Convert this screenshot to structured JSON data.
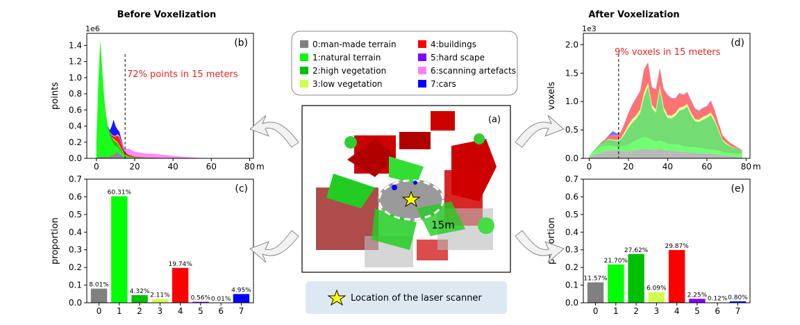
{
  "titles": {
    "before": "Before Voxelization",
    "after": "After Voxelization"
  },
  "legend": {
    "items": [
      {
        "label": "0:man-made terrain",
        "color": "#808080"
      },
      {
        "label": "1:natural terrain",
        "color": "#00ff00"
      },
      {
        "label": "2:high vegetation",
        "color": "#00c000"
      },
      {
        "label": "3:low vegetation",
        "color": "#d0ff50"
      },
      {
        "label": "4:buildings",
        "color": "#ff0000"
      },
      {
        "label": "5:hard scape",
        "color": "#8000ff"
      },
      {
        "label": "6:scanning artefacts",
        "color": "#ff80ff"
      },
      {
        "label": "7:cars",
        "color": "#0000ff"
      }
    ]
  },
  "center": {
    "panel_label": "(a)",
    "radius_label": "15m",
    "scanner_caption": "Location of the laser scanner"
  },
  "chart_data": [
    {
      "id": "b",
      "type": "area",
      "panel_label": "(b)",
      "ylabel": "points",
      "xlabel": "m",
      "scale_label": "1e6",
      "xlim": [
        -5,
        82
      ],
      "ylim": [
        0,
        1.55
      ],
      "xticks": [
        "0",
        "20",
        "40",
        "60",
        "80"
      ],
      "xtick_values": [
        0,
        20,
        40,
        60,
        80
      ],
      "yticks": [
        "0.0",
        "0.2",
        "0.4",
        "0.6",
        "0.8",
        "1.0",
        "1.2",
        "1.4"
      ],
      "ytick_values": [
        0,
        0.2,
        0.4,
        0.6,
        0.8,
        1.0,
        1.2,
        1.4
      ],
      "annotation": "72% points in 15 meters",
      "marker_x": 15,
      "x": [
        0,
        1,
        2,
        3,
        4,
        5,
        6,
        7,
        8,
        9,
        10,
        11,
        12,
        13,
        14,
        15,
        17,
        20,
        25,
        30,
        35,
        40,
        45,
        50,
        55,
        60,
        65,
        70,
        75,
        80
      ],
      "series": [
        {
          "color": "#808080",
          "values": [
            0,
            0.01,
            0.02,
            0.02,
            0.02,
            0.02,
            0.02,
            0.03,
            0.04,
            0.05,
            0.07,
            0.08,
            0.06,
            0.04,
            0.02,
            0.01,
            0.005,
            0.003,
            0.002,
            0.001,
            0,
            0,
            0,
            0,
            0,
            0,
            0,
            0,
            0,
            0
          ]
        },
        {
          "color": "#00ff00",
          "values": [
            0.2,
            0.9,
            1.44,
            1.1,
            0.75,
            0.5,
            0.35,
            0.25,
            0.18,
            0.12,
            0.08,
            0.06,
            0.05,
            0.04,
            0.03,
            0.02,
            0.01,
            0.005,
            0.003,
            0.002,
            0.001,
            0,
            0,
            0,
            0,
            0,
            0,
            0,
            0,
            0
          ]
        },
        {
          "color": "#00c000",
          "values": [
            0,
            0.01,
            0.01,
            0.01,
            0.01,
            0.02,
            0.03,
            0.04,
            0.05,
            0.06,
            0.06,
            0.05,
            0.04,
            0.03,
            0.02,
            0.01,
            0.005,
            0.003,
            0.002,
            0.001,
            0,
            0,
            0,
            0,
            0,
            0,
            0,
            0,
            0,
            0
          ]
        },
        {
          "color": "#d0ff50",
          "values": [
            0,
            0,
            0,
            0,
            0,
            0,
            0,
            0,
            0,
            0.01,
            0.01,
            0.01,
            0.01,
            0.01,
            0.005,
            0.003,
            0.002,
            0.001,
            0,
            0,
            0,
            0,
            0,
            0,
            0,
            0,
            0,
            0,
            0,
            0
          ]
        },
        {
          "color": "#ff0000",
          "values": [
            0,
            0,
            0,
            0,
            0,
            0,
            0,
            0.01,
            0.02,
            0.03,
            0.05,
            0.08,
            0.1,
            0.07,
            0.05,
            0.03,
            0.02,
            0.01,
            0.005,
            0.003,
            0.002,
            0.001,
            0,
            0,
            0,
            0,
            0,
            0,
            0,
            0
          ]
        },
        {
          "color": "#8000ff",
          "values": [
            0,
            0,
            0,
            0,
            0,
            0,
            0,
            0,
            0,
            0,
            0,
            0,
            0,
            0,
            0,
            0,
            0,
            0,
            0,
            0,
            0,
            0,
            0,
            0,
            0,
            0,
            0,
            0,
            0,
            0
          ]
        },
        {
          "color": "#ff80ff",
          "values": [
            0,
            0,
            0,
            0,
            0,
            0,
            0,
            0,
            0.01,
            0.01,
            0.01,
            0.02,
            0.02,
            0.02,
            0.02,
            0.03,
            0.08,
            0.06,
            0.05,
            0.05,
            0.04,
            0.03,
            0.02,
            0.01,
            0.005,
            0.003,
            0.001,
            0,
            0,
            0
          ]
        },
        {
          "color": "#0000ff",
          "values": [
            0,
            0,
            0,
            0,
            0,
            0,
            0,
            0.02,
            0.1,
            0.2,
            0.12,
            0.06,
            0.05,
            0.03,
            0.01,
            0.005,
            0,
            0,
            0,
            0,
            0,
            0,
            0,
            0,
            0,
            0,
            0,
            0,
            0,
            0
          ]
        }
      ]
    },
    {
      "id": "d",
      "type": "area",
      "panel_label": "(d)",
      "ylabel": "voxels",
      "xlabel": "m",
      "scale_label": "1e3",
      "xlim": [
        -3,
        82
      ],
      "ylim": [
        0,
        2.2
      ],
      "xticks": [
        "0",
        "20",
        "40",
        "60",
        "80"
      ],
      "xtick_values": [
        0,
        20,
        40,
        60,
        80
      ],
      "yticks": [
        "0.0",
        "0.5",
        "1.0",
        "1.5",
        "2.0"
      ],
      "ytick_values": [
        0,
        0.5,
        1.0,
        1.5,
        2.0
      ],
      "annotation": "9% voxels in 15 meters",
      "marker_x": 15,
      "x": [
        0,
        2,
        4,
        6,
        8,
        10,
        12,
        14,
        16,
        18,
        20,
        22,
        24,
        26,
        28,
        30,
        32,
        34,
        36,
        38,
        40,
        42,
        44,
        46,
        48,
        50,
        52,
        54,
        56,
        58,
        60,
        62,
        64,
        66,
        68,
        70,
        72,
        74,
        76,
        78
      ],
      "series": [
        {
          "color": "#808080",
          "values": [
            0.02,
            0.05,
            0.08,
            0.1,
            0.12,
            0.13,
            0.14,
            0.14,
            0.13,
            0.12,
            0.12,
            0.13,
            0.14,
            0.15,
            0.16,
            0.16,
            0.15,
            0.15,
            0.16,
            0.15,
            0.14,
            0.13,
            0.13,
            0.12,
            0.11,
            0.11,
            0.1,
            0.1,
            0.09,
            0.09,
            0.08,
            0.08,
            0.07,
            0.06,
            0.05,
            0.05,
            0.04,
            0.03,
            0.02,
            0.01
          ]
        },
        {
          "color": "#00ff00",
          "values": [
            0.02,
            0.05,
            0.08,
            0.1,
            0.1,
            0.1,
            0.08,
            0.06,
            0.08,
            0.1,
            0.12,
            0.15,
            0.18,
            0.2,
            0.22,
            0.2,
            0.18,
            0.15,
            0.15,
            0.14,
            0.12,
            0.12,
            0.12,
            0.12,
            0.1,
            0.1,
            0.1,
            0.1,
            0.1,
            0.09,
            0.08,
            0.08,
            0.08,
            0.07,
            0.06,
            0.05,
            0.05,
            0.05,
            0.06,
            0.08
          ]
        },
        {
          "color": "#00c000",
          "values": [
            0,
            0.02,
            0.04,
            0.06,
            0.08,
            0.1,
            0.1,
            0.1,
            0.12,
            0.2,
            0.3,
            0.35,
            0.38,
            0.45,
            0.7,
            0.9,
            0.55,
            0.5,
            0.9,
            0.55,
            0.45,
            0.45,
            0.5,
            0.6,
            0.65,
            0.7,
            0.55,
            0.45,
            0.45,
            0.5,
            0.55,
            0.6,
            0.5,
            0.35,
            0.2,
            0.15,
            0.12,
            0.1,
            0.08,
            0.06
          ]
        },
        {
          "color": "#d0ff50",
          "values": [
            0,
            0,
            0,
            0,
            0,
            0.01,
            0.01,
            0.02,
            0.02,
            0.04,
            0.05,
            0.06,
            0.06,
            0.06,
            0.08,
            0.07,
            0.06,
            0.06,
            0.07,
            0.06,
            0.05,
            0.05,
            0.05,
            0.05,
            0.05,
            0.05,
            0.05,
            0.04,
            0.04,
            0.05,
            0.05,
            0.05,
            0.04,
            0.03,
            0.02,
            0.02,
            0.01,
            0.01,
            0,
            0
          ]
        },
        {
          "color": "#ff0000",
          "values": [
            0,
            0,
            0,
            0.02,
            0.03,
            0.05,
            0.08,
            0.08,
            0.1,
            0.15,
            0.2,
            0.25,
            0.3,
            0.32,
            0.4,
            0.35,
            0.3,
            0.35,
            0.3,
            0.3,
            0.35,
            0.3,
            0.25,
            0.25,
            0.2,
            0.2,
            0.2,
            0.18,
            0.15,
            0.15,
            0.15,
            0.2,
            0.15,
            0.1,
            0.08,
            0.06,
            0.05,
            0.04,
            0.02,
            0
          ]
        },
        {
          "color": "#8000ff",
          "values": [
            0,
            0,
            0,
            0,
            0,
            0,
            0.01,
            0.01,
            0.01,
            0.01,
            0.01,
            0.01,
            0.01,
            0.01,
            0.01,
            0.01,
            0.01,
            0.01,
            0.01,
            0.02,
            0.01,
            0.01,
            0.01,
            0.01,
            0.01,
            0.01,
            0.02,
            0.01,
            0.01,
            0.01,
            0.01,
            0.01,
            0.01,
            0.01,
            0,
            0,
            0,
            0,
            0,
            0
          ]
        },
        {
          "color": "#ff80ff",
          "values": [
            0,
            0,
            0,
            0,
            0,
            0,
            0,
            0,
            0,
            0,
            0,
            0,
            0,
            0,
            0,
            0,
            0,
            0,
            0,
            0,
            0,
            0,
            0,
            0,
            0,
            0,
            0,
            0,
            0,
            0,
            0,
            0,
            0,
            0,
            0,
            0,
            0,
            0,
            0,
            0
          ]
        },
        {
          "color": "#0000ff",
          "values": [
            0,
            0,
            0,
            0,
            0,
            0.02,
            0.06,
            0.03,
            0,
            0,
            0,
            0,
            0,
            0,
            0,
            0,
            0,
            0,
            0,
            0,
            0,
            0,
            0,
            0,
            0,
            0,
            0,
            0,
            0,
            0,
            0,
            0,
            0,
            0,
            0,
            0,
            0,
            0,
            0,
            0
          ]
        }
      ]
    },
    {
      "id": "c",
      "type": "bar",
      "panel_label": "(c)",
      "ylabel": "proportion",
      "ylim": [
        0,
        0.7
      ],
      "yticks": [
        "0.0",
        "0.1",
        "0.2",
        "0.3",
        "0.4",
        "0.5",
        "0.6",
        "0.7"
      ],
      "ytick_values": [
        0,
        0.1,
        0.2,
        0.3,
        0.4,
        0.5,
        0.6,
        0.7
      ],
      "categories": [
        "0",
        "1",
        "2",
        "3",
        "4",
        "5",
        "6",
        "7"
      ],
      "values": [
        0.0801,
        0.6031,
        0.0432,
        0.0211,
        0.1974,
        0.0056,
        0.0001,
        0.0495
      ],
      "labels": [
        "8.01%",
        "60.31%",
        "4.32%",
        "2.11%",
        "19.74%",
        "0.56%",
        "0.01%",
        "4.95%"
      ],
      "colors": [
        "#808080",
        "#00ff00",
        "#00c000",
        "#d0ff50",
        "#ff0000",
        "#8000ff",
        "#ff80ff",
        "#0000ff"
      ]
    },
    {
      "id": "e",
      "type": "bar",
      "panel_label": "(e)",
      "ylabel": "proportion",
      "ylim": [
        0,
        0.7
      ],
      "yticks": [
        "0.0",
        "0.1",
        "0.2",
        "0.3",
        "0.4",
        "0.5",
        "0.6",
        "0.7"
      ],
      "ytick_values": [
        0,
        0.1,
        0.2,
        0.3,
        0.4,
        0.5,
        0.6,
        0.7
      ],
      "categories": [
        "0",
        "1",
        "2",
        "3",
        "4",
        "5",
        "6",
        "7"
      ],
      "values": [
        0.1157,
        0.217,
        0.2762,
        0.0609,
        0.2987,
        0.0225,
        0.0012,
        0.008
      ],
      "labels": [
        "11.57%",
        "21.70%",
        "27.62%",
        "6.09%",
        "29.87%",
        "2.25%",
        "0.12%",
        "0.80%"
      ],
      "colors": [
        "#808080",
        "#00ff00",
        "#00c000",
        "#d0ff50",
        "#ff0000",
        "#8000ff",
        "#ff80ff",
        "#0000ff"
      ]
    }
  ]
}
